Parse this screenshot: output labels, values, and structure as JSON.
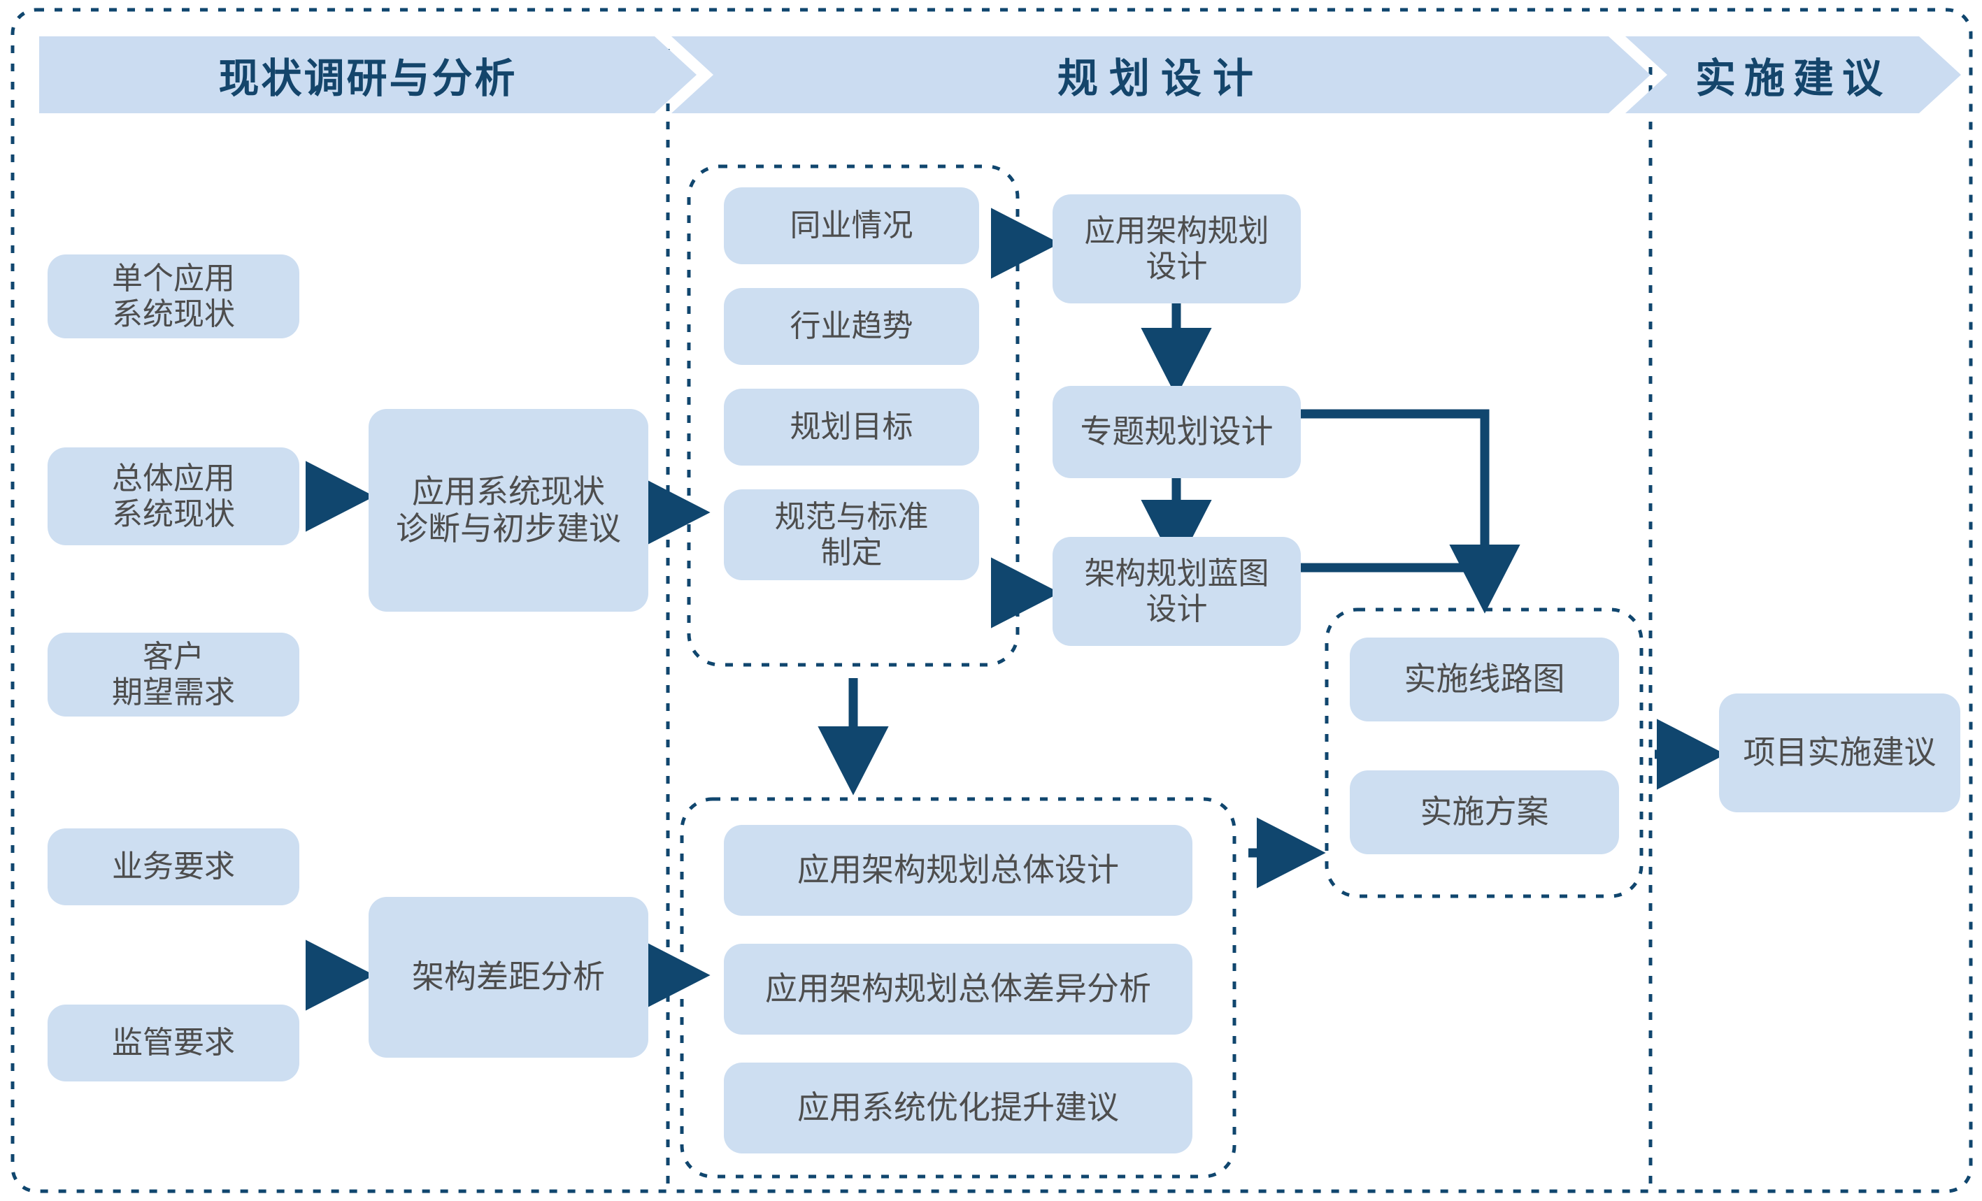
{
  "theme": {
    "box_fill": "#cddef1",
    "box_text": "#4d4d4d",
    "banner_fill": "#cbdcf1",
    "banner_text": "#14456b",
    "connector": "#10466e",
    "dotted_border": "#10466e",
    "page_background": "#ffffff"
  },
  "diagram": {
    "title_phases": [
      "现状调研与分析",
      "规划设计",
      "实施建议"
    ],
    "banners": [
      {
        "label": "现状调研与分析",
        "phase": "phase-1"
      },
      {
        "label": "规划设计",
        "phase": "phase-2"
      },
      {
        "label": "实施建议",
        "phase": "phase-3"
      }
    ],
    "phase1": {
      "inputs": [
        {
          "label": "单个应用\n系统现状"
        },
        {
          "label": "总体应用\n系统现状"
        },
        {
          "label": "客户\n期望需求"
        },
        {
          "label": "业务要求"
        },
        {
          "label": "监管要求"
        }
      ],
      "analysis": [
        {
          "label": "应用系统现状\n诊断与初步建议"
        },
        {
          "label": "架构差距分析"
        }
      ]
    },
    "phase2": {
      "group_inputs": {
        "items": [
          {
            "label": "同业情况"
          },
          {
            "label": "行业趋势"
          },
          {
            "label": "规划目标"
          },
          {
            "label": "规范与标准\n制定"
          }
        ]
      },
      "design_chain": [
        {
          "label": "应用架构规划\n设计"
        },
        {
          "label": "专题规划设计"
        },
        {
          "label": "架构规划蓝图\n设计"
        }
      ],
      "group_overall": {
        "items": [
          {
            "label": "应用架构规划总体设计"
          },
          {
            "label": "应用架构规划总体差异分析"
          },
          {
            "label": "应用系统优化提升建议"
          }
        ]
      },
      "group_implementation": {
        "items": [
          {
            "label": "实施线路图"
          },
          {
            "label": "实施方案"
          }
        ]
      }
    },
    "phase3": {
      "outputs": [
        {
          "label": "项目实施建议"
        }
      ]
    }
  }
}
